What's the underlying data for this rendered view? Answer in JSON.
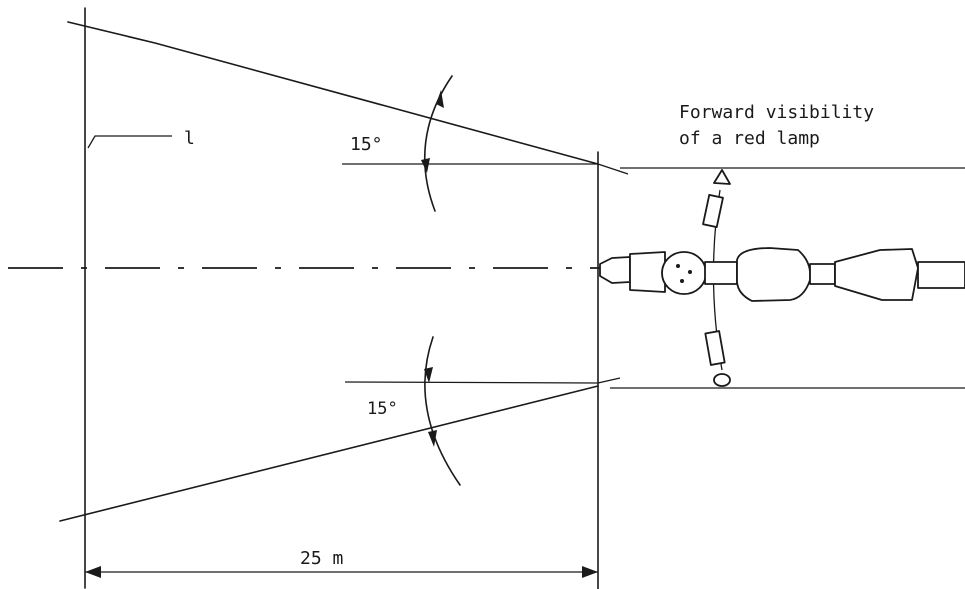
{
  "labels": {
    "caption_line1": "Forward visibility",
    "caption_line2": "of a red lamp",
    "angle_top": "15°",
    "angle_bottom": "15°",
    "distance": "25 m",
    "reference": "l"
  }
}
